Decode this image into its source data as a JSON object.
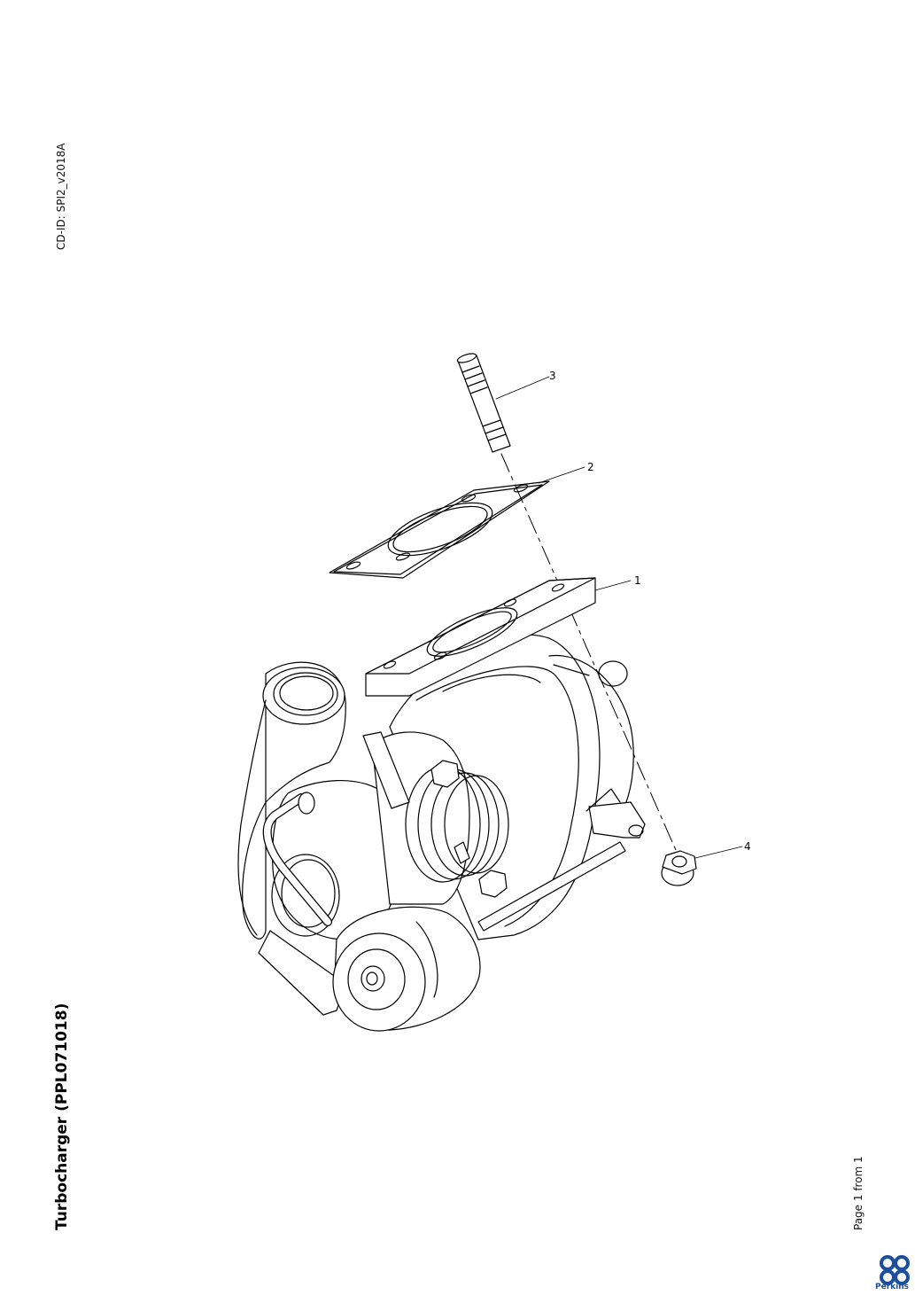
{
  "header": {
    "cd_id": "CD-ID: SPI2_v2018A"
  },
  "document": {
    "title": "Turbocharger (PPL071018)"
  },
  "footer": {
    "page_label": "Page 1 from 1"
  },
  "callouts": [
    {
      "label": "1"
    },
    {
      "label": "2"
    },
    {
      "label": "3"
    },
    {
      "label": "4"
    }
  ],
  "brand": {
    "name": "Perkins",
    "color": "#1b4f9c"
  }
}
